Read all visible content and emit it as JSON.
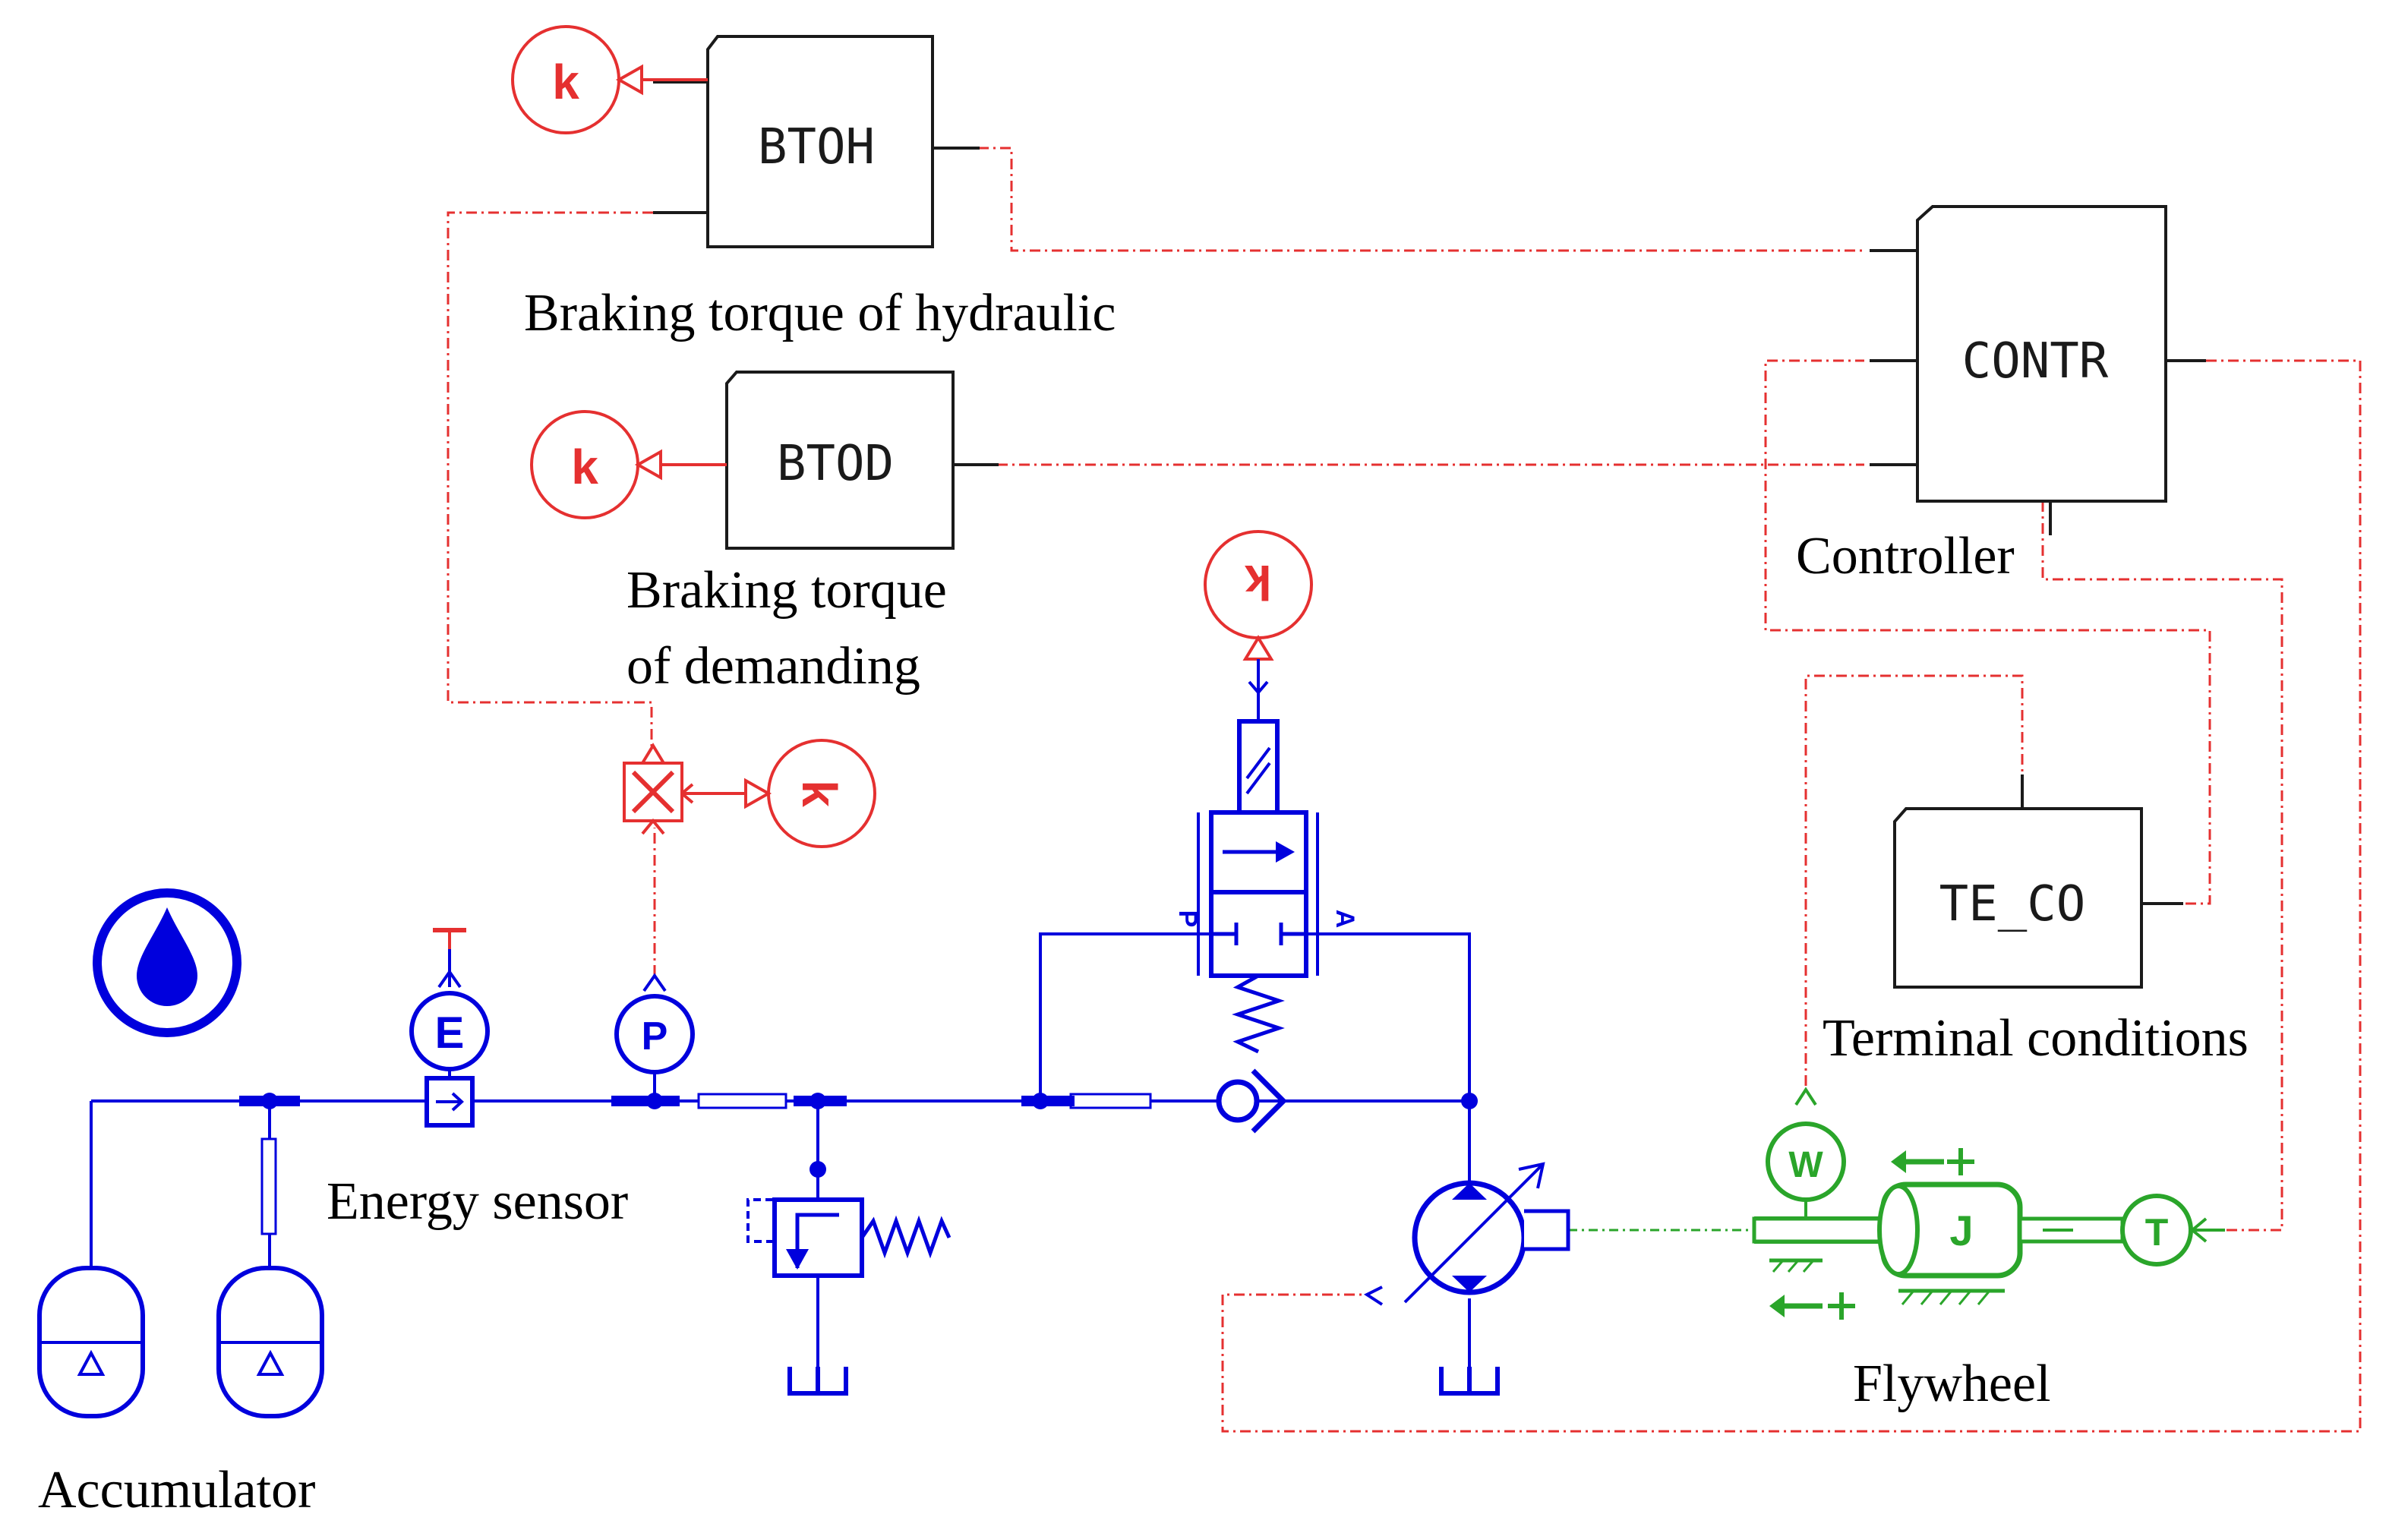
{
  "blocks": {
    "btoh": "BTOH",
    "btod": "BTOD",
    "contr": "CONTR",
    "te_co": "TE_CO"
  },
  "captions": {
    "btoh": "Braking torque of hydraulic",
    "btod_line1": "Braking torque",
    "btod_line2": "of demanding",
    "controller": "Controller",
    "terminal": "Terminal conditions",
    "energy_sensor": "Energy sensor",
    "accumulator": "Accumulator",
    "flywheel": "Flywheel"
  },
  "symbols": {
    "constant": "k",
    "energy": "E",
    "pressure": "P",
    "speed": "W",
    "inertia": "J",
    "torque": "T",
    "valve_port_p": "P",
    "valve_port_a": "A"
  },
  "colors": {
    "hydraulic": "#0000dd",
    "signal": "#ee1111",
    "mechanical": "#11aa11",
    "block": "#1a1a1a"
  }
}
